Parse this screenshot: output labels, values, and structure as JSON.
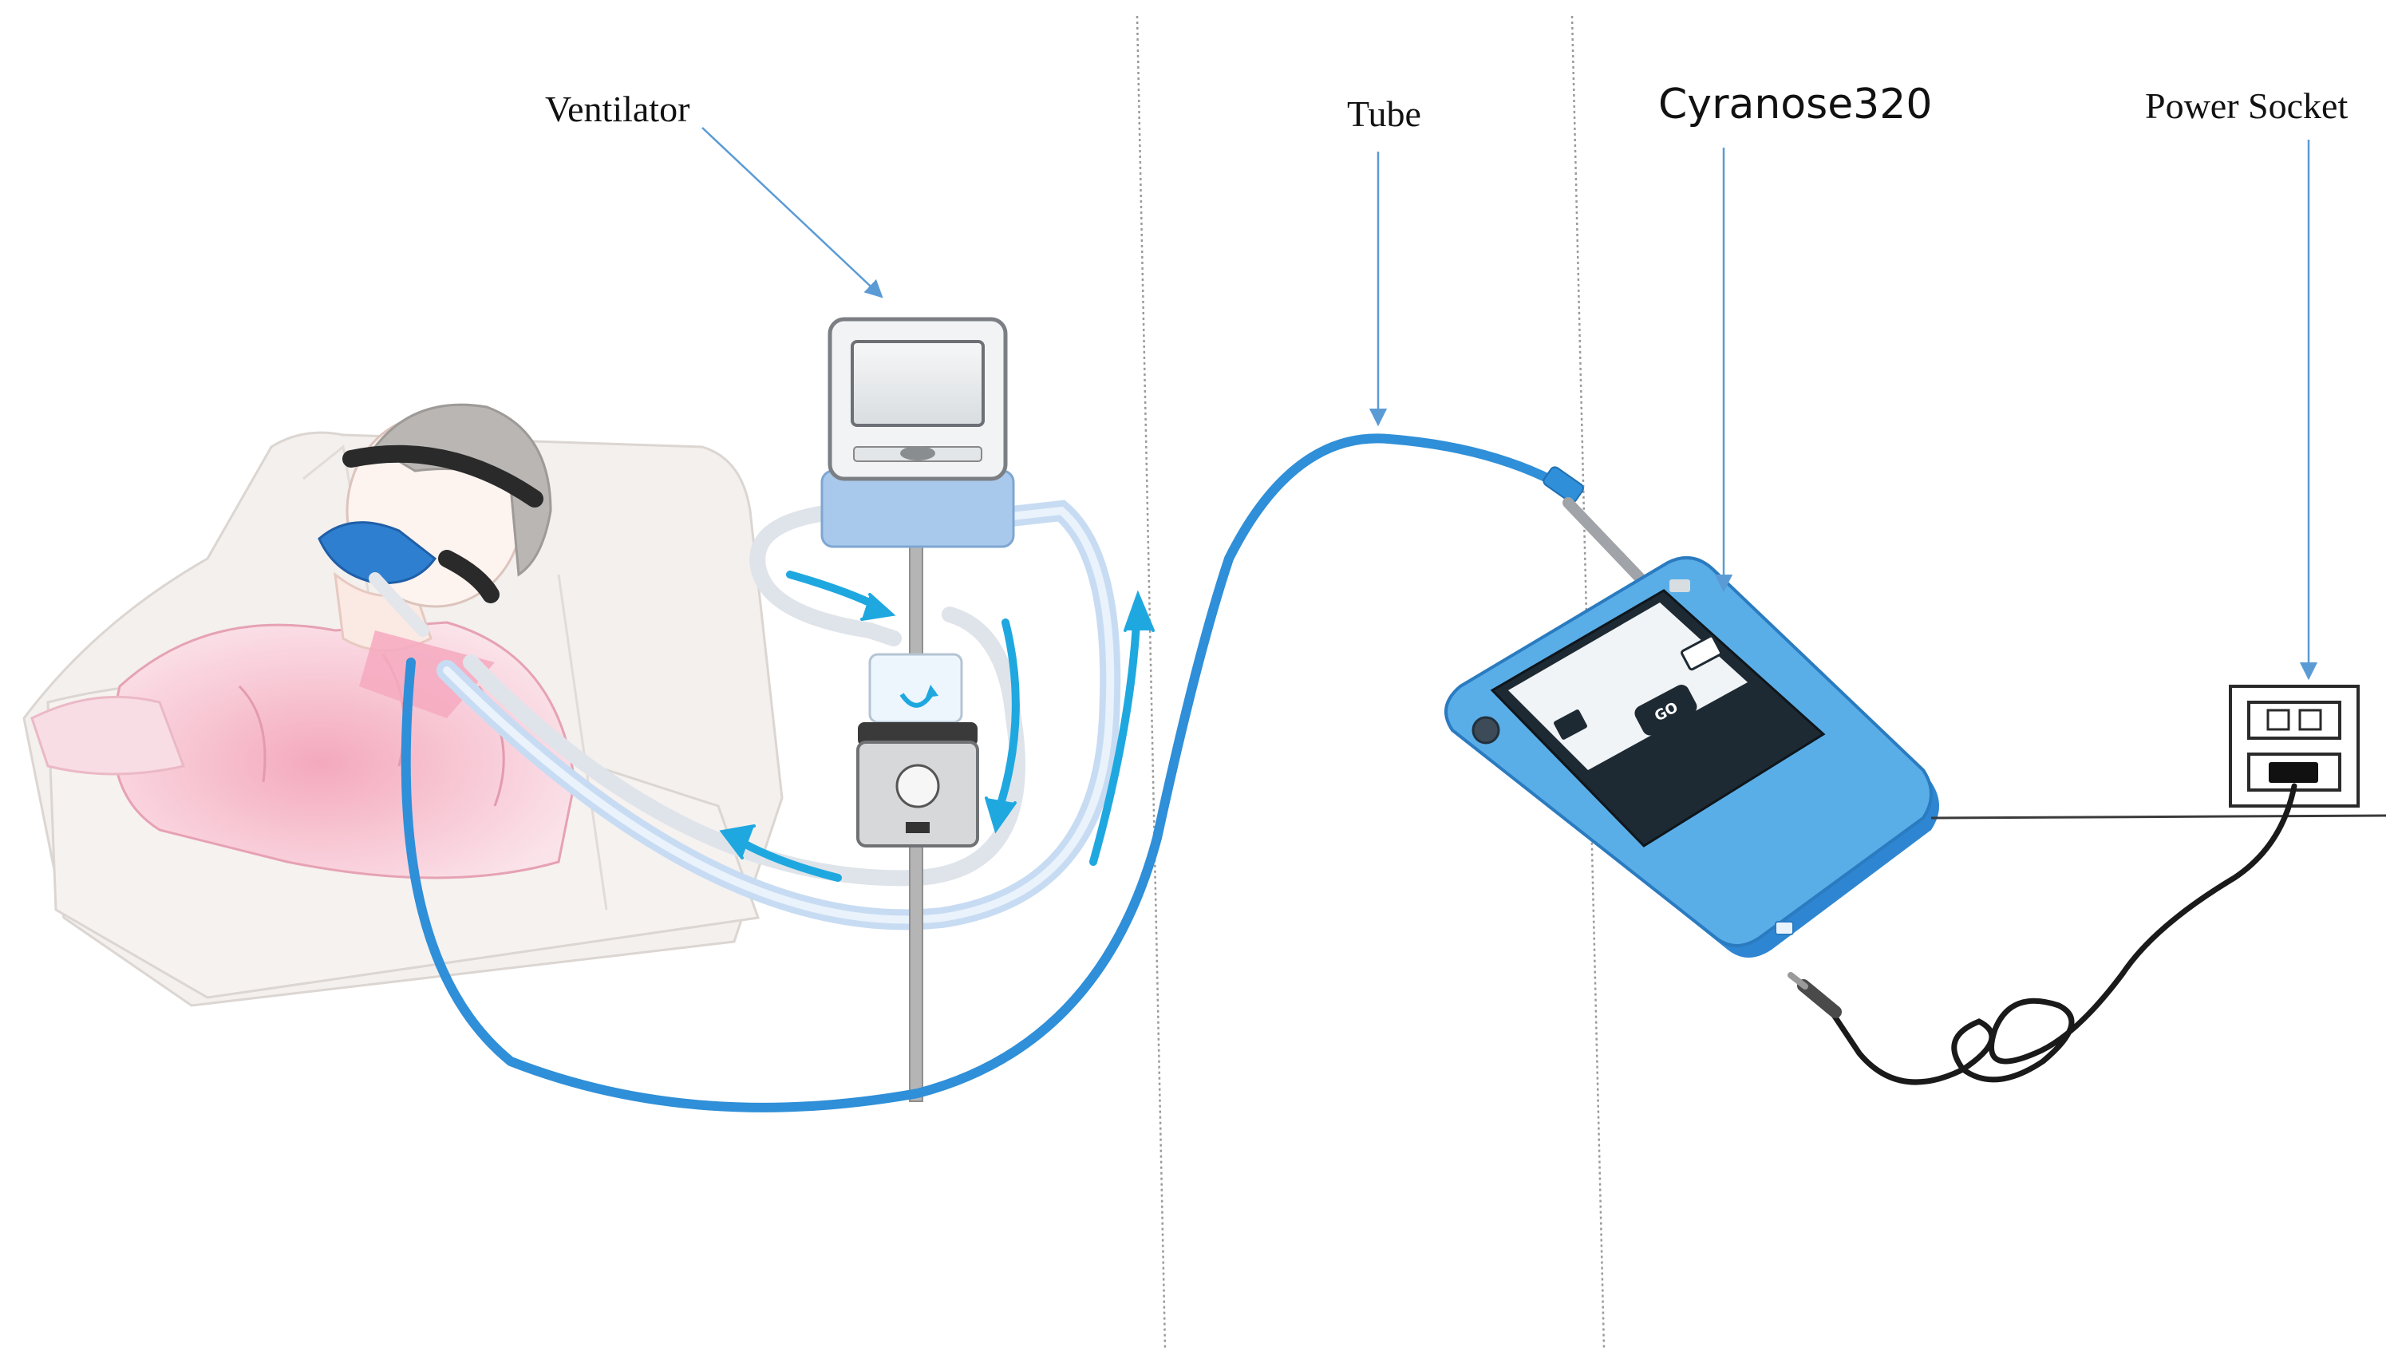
{
  "labels": {
    "ventilator": "Ventilator",
    "tube": "Tube",
    "cyranose": "Cyranose320",
    "power_socket": "Power Socket"
  },
  "device_screen": {
    "button_text": "GO"
  },
  "colors": {
    "tube_blue": "#2f8fd8",
    "flow_arrow": "#1fa8e0",
    "device_body": "#3b9ae0",
    "device_screen": "#1e2a33",
    "pointer_line": "#5b9bd5",
    "patient_gown": "#f3b8c6",
    "hose_light": "#c7dcf3",
    "cable_black": "#1a1a1a"
  }
}
